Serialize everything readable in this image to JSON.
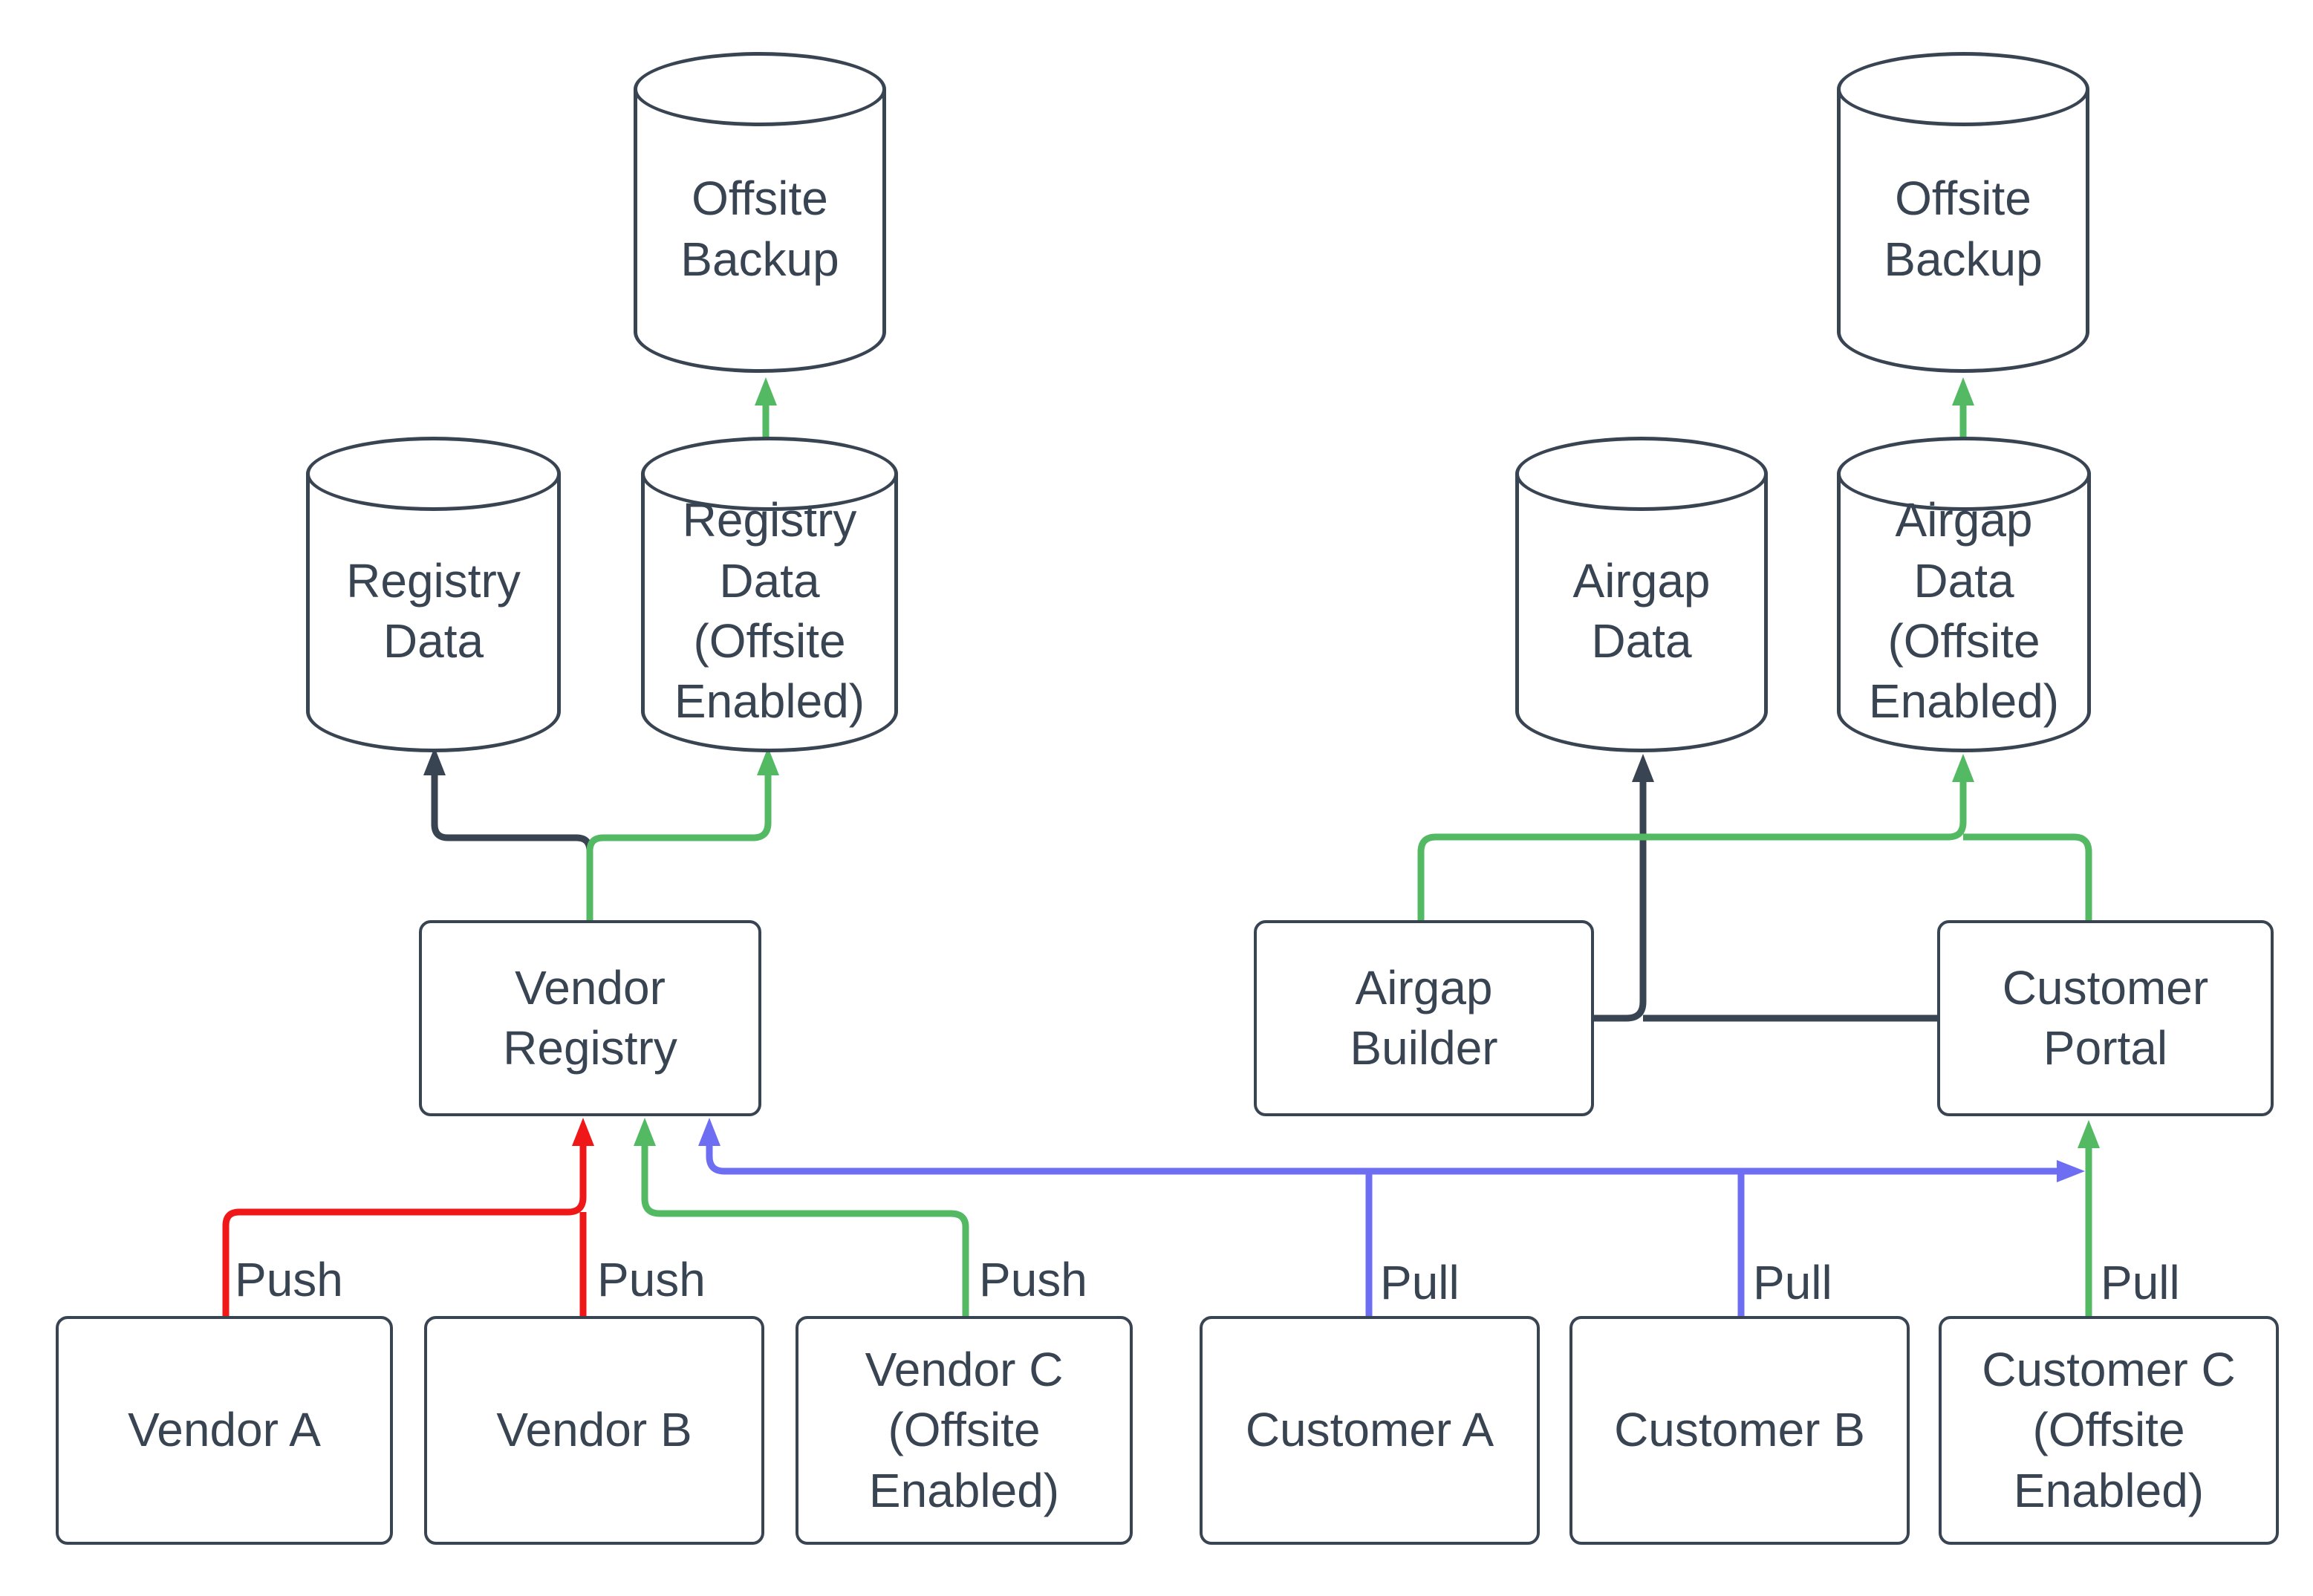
{
  "diagram": {
    "background_color": "#ffffff",
    "node_fill": "#ffffff",
    "node_border_color": "#394452",
    "text_color": "#394452",
    "edge_colors": {
      "push_red": "#ef1717",
      "flow_green": "#54b963",
      "pull_blue": "#6e6ef2",
      "flow_dark": "#394452"
    },
    "nodes": {
      "offsite_backup_left": {
        "label": "Offsite\nBackup",
        "shape": "cylinder"
      },
      "registry_data": {
        "label": "Registry\nData",
        "shape": "cylinder"
      },
      "registry_data_offsite": {
        "label": "Registry\nData\n(Offsite\nEnabled)",
        "shape": "cylinder"
      },
      "vendor_registry": {
        "label": "Vendor\nRegistry",
        "shape": "rect"
      },
      "vendor_a": {
        "label": "Vendor A",
        "shape": "rect"
      },
      "vendor_b": {
        "label": "Vendor B",
        "shape": "rect"
      },
      "vendor_c": {
        "label": "Vendor C\n(Offsite\nEnabled)",
        "shape": "rect"
      },
      "offsite_backup_right": {
        "label": "Offsite\nBackup",
        "shape": "cylinder"
      },
      "airgap_data": {
        "label": "Airgap\nData",
        "shape": "cylinder"
      },
      "airgap_data_offsite": {
        "label": "Airgap\nData\n(Offsite\nEnabled)",
        "shape": "cylinder"
      },
      "airgap_builder": {
        "label": "Airgap\nBuilder",
        "shape": "rect"
      },
      "customer_portal": {
        "label": "Customer\nPortal",
        "shape": "rect"
      },
      "customer_a": {
        "label": "Customer A",
        "shape": "rect"
      },
      "customer_b": {
        "label": "Customer B",
        "shape": "rect"
      },
      "customer_c": {
        "label": "Customer C\n(Offsite\nEnabled)",
        "shape": "rect"
      }
    },
    "edges": [
      {
        "from": "Vendor A",
        "to": "Vendor Registry",
        "label": "Push",
        "color": "#ef1717"
      },
      {
        "from": "Vendor B",
        "to": "Vendor Registry",
        "label": "Push",
        "color": "#ef1717"
      },
      {
        "from": "Vendor C (Offsite Enabled)",
        "to": "Vendor Registry",
        "label": "Push",
        "color": "#54b963"
      },
      {
        "from": "Vendor Registry",
        "to": "Registry Data",
        "label": "",
        "color": "#394452"
      },
      {
        "from": "Vendor Registry",
        "to": "Registry Data (Offsite Enabled)",
        "label": "",
        "color": "#54b963"
      },
      {
        "from": "Registry Data (Offsite Enabled)",
        "to": "Offsite Backup",
        "label": "",
        "color": "#54b963"
      },
      {
        "from": "Customer A",
        "to": "Vendor Registry",
        "label": "Pull",
        "color": "#6e6ef2"
      },
      {
        "from": "Customer B",
        "to": "Vendor Registry",
        "label": "Pull",
        "color": "#6e6ef2"
      },
      {
        "from": "Vendor Registry",
        "to": "Customer Portal",
        "label": "",
        "color": "#6e6ef2"
      },
      {
        "from": "Customer C (Offsite Enabled)",
        "to": "Customer Portal",
        "label": "Pull",
        "color": "#54b963"
      },
      {
        "from": "Airgap Builder",
        "to": "Airgap Data",
        "label": "",
        "color": "#394452"
      },
      {
        "from": "Customer Portal",
        "to": "Airgap Data",
        "label": "",
        "color": "#394452"
      },
      {
        "from": "Airgap Builder",
        "to": "Airgap Data (Offsite Enabled)",
        "label": "",
        "color": "#54b963"
      },
      {
        "from": "Customer Portal",
        "to": "Airgap Data (Offsite Enabled)",
        "label": "",
        "color": "#54b963"
      },
      {
        "from": "Airgap Data (Offsite Enabled)",
        "to": "Offsite Backup",
        "label": "",
        "color": "#54b963"
      }
    ]
  }
}
